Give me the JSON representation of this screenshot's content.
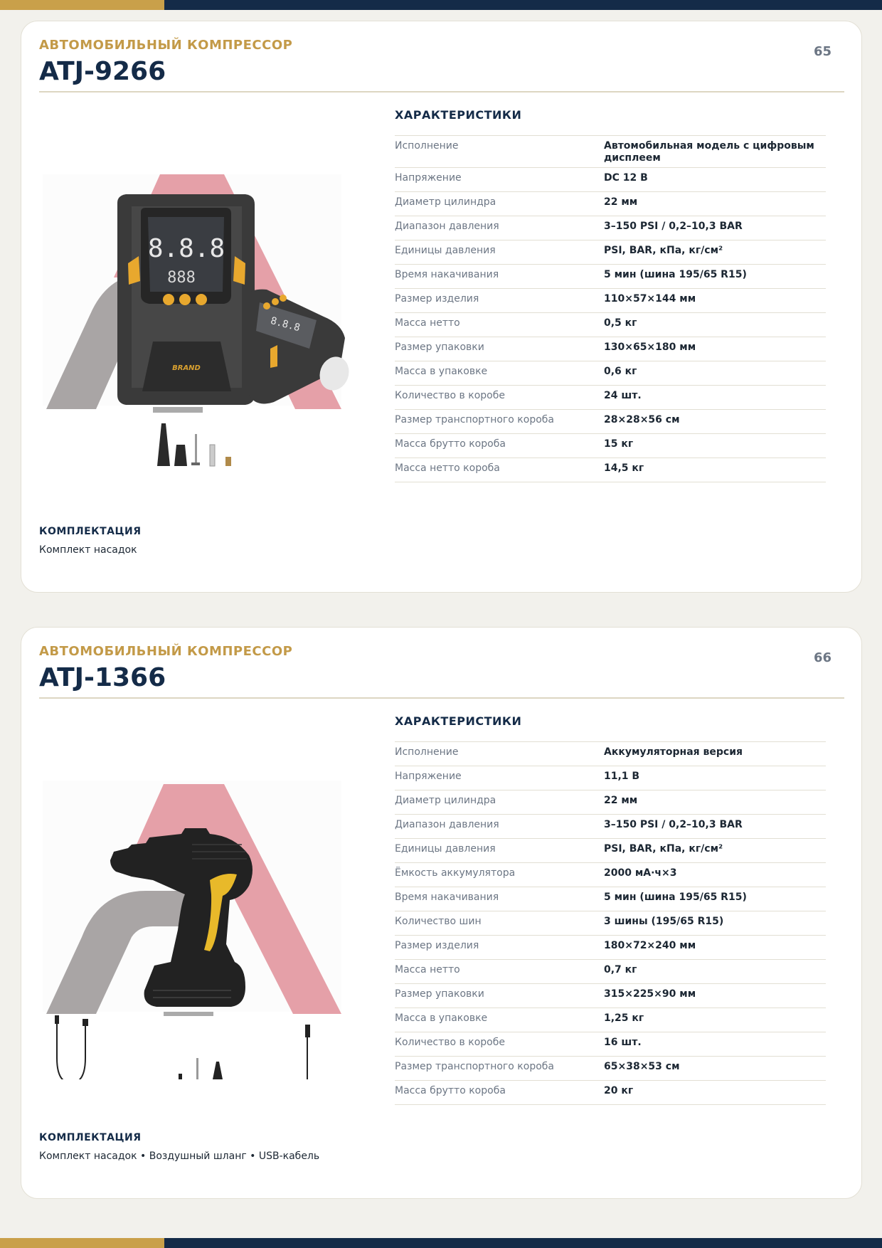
{
  "colors": {
    "gold": "#c9a04a",
    "navy": "#142b48",
    "accent_pink": "#e5a0a8",
    "accent_gray": "#a9a5a5"
  },
  "products": [
    {
      "category": "АВТОМОБИЛЬНЫЙ КОМПРЕССОР",
      "model": "ATJ-9266",
      "page_number": "65",
      "specs_title": "ХАРАКТЕРИСТИКИ",
      "image_label": "BRAND",
      "specs": [
        {
          "key": "Исполнение",
          "value": "Автомобильная модель с цифровым дисплеем"
        },
        {
          "key": "Напряжение",
          "value": "DC 12 В"
        },
        {
          "key": "Диаметр цилиндра",
          "value": "22 мм"
        },
        {
          "key": "Диапазон давления",
          "value": "3–150 PSI / 0,2–10,3 BAR"
        },
        {
          "key": "Единицы давления",
          "value": "PSI, BAR, кПа, кг/см²"
        },
        {
          "key": "Время накачивания",
          "value": "5 мин (шина 195/65 R15)"
        },
        {
          "key": "Размер изделия",
          "value": "110×57×144 мм"
        },
        {
          "key": "Масса нетто",
          "value": "0,5 кг"
        },
        {
          "key": "Размер упаковки",
          "value": "130×65×180 мм"
        },
        {
          "key": "Масса в упаковке",
          "value": "0,6 кг"
        },
        {
          "key": "Количество в коробе",
          "value": "24 шт."
        },
        {
          "key": "Размер транспортного короба",
          "value": "28×28×56 см"
        },
        {
          "key": "Масса брутто короба",
          "value": "15 кг"
        },
        {
          "key": "Масса нетто короба",
          "value": "14,5 кг"
        }
      ],
      "kit_title": "КОМПЛЕКТАЦИЯ",
      "kit_text": "Комплект насадок"
    },
    {
      "category": "АВТОМОБИЛЬНЫЙ КОМПРЕССОР",
      "model": "ATJ-1366",
      "page_number": "66",
      "specs_title": "ХАРАКТЕРИСТИКИ",
      "specs": [
        {
          "key": "Исполнение",
          "value": "Аккумуляторная версия"
        },
        {
          "key": "Напряжение",
          "value": "11,1 В"
        },
        {
          "key": "Диаметр цилиндра",
          "value": "22 мм"
        },
        {
          "key": "Диапазон давления",
          "value": "3–150 PSI / 0,2–10,3 BAR"
        },
        {
          "key": "Единицы давления",
          "value": "PSI, BAR, кПа, кг/см²"
        },
        {
          "key": "Ёмкость аккумулятора",
          "value": "2000 мА·ч×3"
        },
        {
          "key": "Время накачивания",
          "value": "5 мин (шина 195/65 R15)"
        },
        {
          "key": "Количество шин",
          "value": "3 шины (195/65 R15)"
        },
        {
          "key": "Размер изделия",
          "value": "180×72×240 мм"
        },
        {
          "key": "Масса нетто",
          "value": "0,7 кг"
        },
        {
          "key": "Размер упаковки",
          "value": "315×225×90 мм"
        },
        {
          "key": "Масса в упаковке",
          "value": "1,25 кг"
        },
        {
          "key": "Количество в коробе",
          "value": "16 шт."
        },
        {
          "key": "Размер транспортного короба",
          "value": "65×38×53 см"
        },
        {
          "key": "Масса брутто короба",
          "value": "20 кг"
        }
      ],
      "kit_title": "КОМПЛЕКТАЦИЯ",
      "kit_text": "Комплект насадок • Воздушный шланг • USB-кабель"
    }
  ]
}
